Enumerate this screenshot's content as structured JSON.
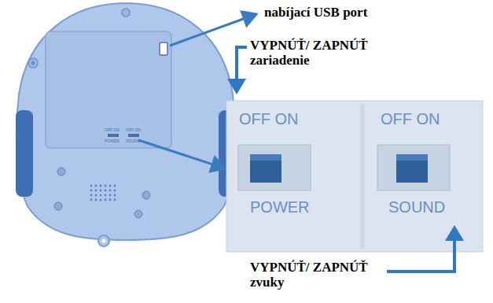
{
  "diagram": {
    "labels": [
      "nabíjací USB port",
      "VYPNÚŤ/ ZAPNÚŤ zariadenie",
      "OFF ON",
      "POWER",
      "OFF ON",
      "SOUND",
      "VYPNÚŤ/ ZAPNÚŤ zvuky",
      "OFF ON",
      "POWER",
      "OFF ON",
      "SOUND"
    ]
  }
}
